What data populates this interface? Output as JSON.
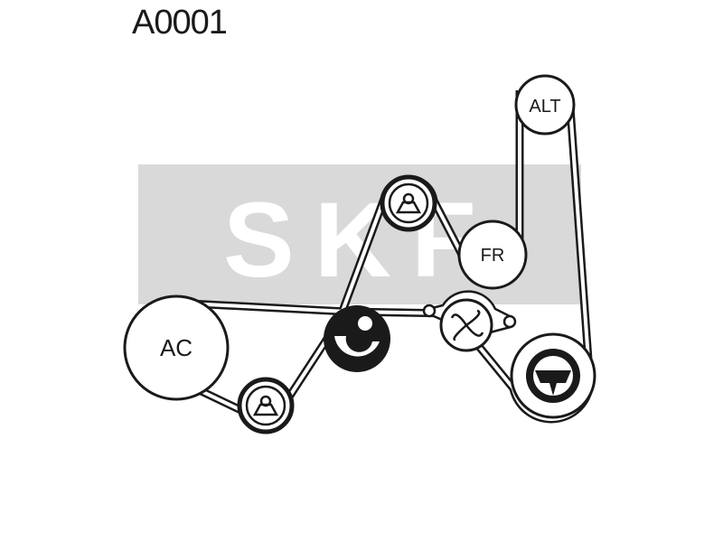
{
  "diagram": {
    "code": "A0001",
    "watermark_text": "SKF",
    "components": {
      "alternator": "ALT",
      "fan_pulley": "FR",
      "ac_compressor": "AC"
    },
    "icons": {
      "tensioner": "tensioner-icon",
      "idler_upper": "idler-pulley-icon",
      "idler_lower": "idler-pulley-icon",
      "water_pump": "fan-icon",
      "crankshaft": "crankshaft-icon"
    },
    "colors": {
      "line": "#1a1a1a",
      "watermark": "#d9d9d9"
    }
  }
}
